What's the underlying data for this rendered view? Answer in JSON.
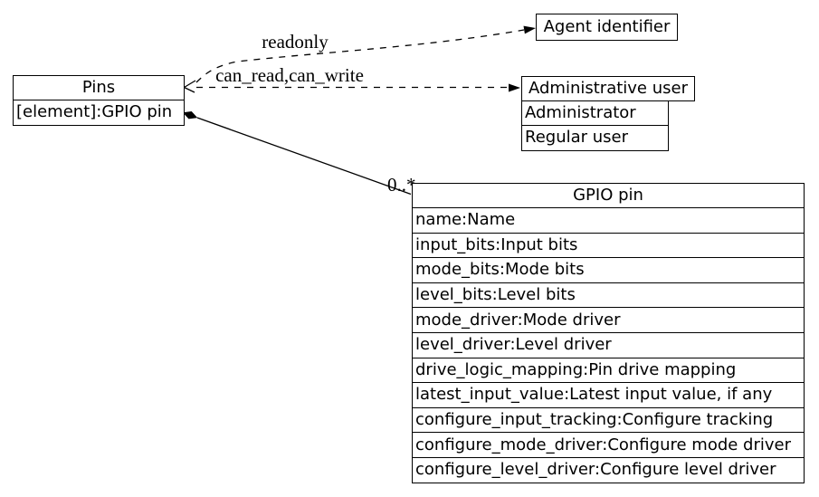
{
  "diagram": {
    "background_color": "#ffffff",
    "stroke_color": "#000000",
    "nodes": {
      "pins": {
        "title": "Pins",
        "attributes": [
          "[element]:GPIO pin"
        ]
      },
      "agent_identifier": {
        "title": "Agent identifier"
      },
      "administrative_user": {
        "title": "Administrative user",
        "subtypes": [
          "Administrator",
          "Regular user"
        ]
      },
      "gpio_pin": {
        "title": "GPIO pin",
        "attributes": [
          "name:Name",
          "input_bits:Input bits",
          "mode_bits:Mode bits",
          "level_bits:Level bits",
          "mode_driver:Mode driver",
          "level_driver:Level driver",
          "drive_logic_mapping:Pin drive mapping",
          "latest_input_value:Latest input value, if any",
          "configure_input_tracking:Configure tracking",
          "configure_mode_driver:Configure mode driver",
          "configure_level_driver:Configure level driver"
        ]
      }
    },
    "edges": {
      "readonly": {
        "label": "readonly",
        "style": "dashed"
      },
      "can_read_can_write": {
        "label": "can_read,can_write",
        "style": "dashed"
      },
      "composition": {
        "multiplicity": "0..*",
        "style": "solid"
      }
    }
  }
}
